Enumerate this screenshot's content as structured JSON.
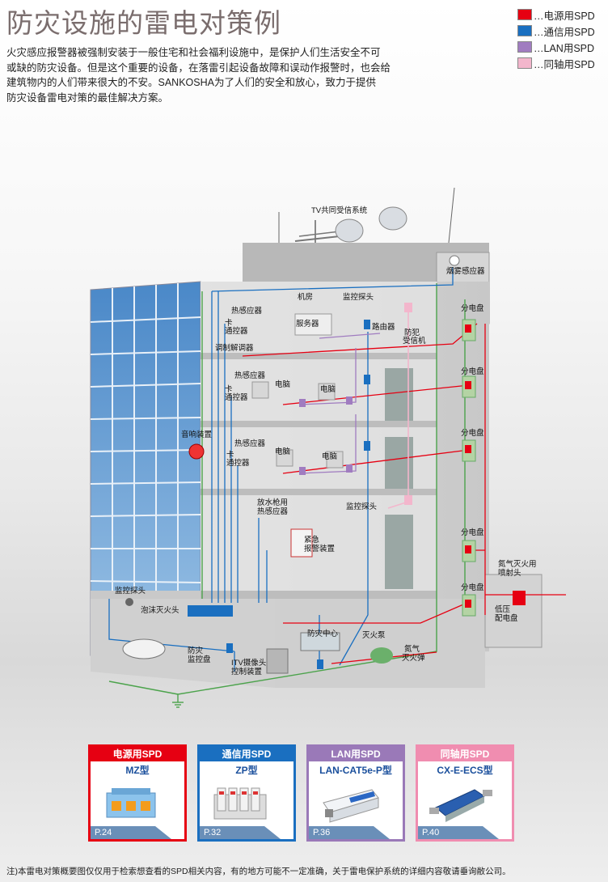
{
  "title": "防灾设施的雷电对策例",
  "intro_lines": [
    "火灾感应报警器被强制安装于一般住宅和社会福利设施中，是保护人们生活安全不可",
    "或缺的防灾设备。但是这个重要的设备，在落雷引起设备故障和误动作报警时，也会给",
    "建筑物内的人们带来很大的不安。SANKOSHA为了人们的安全和放心，致力于提供",
    "防灾设备雷电对策的最佳解决方案。"
  ],
  "legend": [
    {
      "label": "…电源用SPD",
      "color": "#e60012"
    },
    {
      "label": "…通信用SPD",
      "color": "#1a6fc0"
    },
    {
      "label": "…LAN用SPD",
      "color": "#a07cc0"
    },
    {
      "label": "…同轴用SPD",
      "color": "#f3b6cc"
    }
  ],
  "labels": {
    "tv": "TV共同受信系统",
    "smoke": "烟雾感应器",
    "room": "机房",
    "camera_top": "监控探头",
    "heat1": "热感应器",
    "card_reader1": "卡",
    "card_reader1b": "通控器",
    "server": "服务器",
    "router": "路由器",
    "crime1": "防犯",
    "crime2": "受信机",
    "modem": "调制解调器",
    "heat2": "热感应器",
    "card_reader2": "卡",
    "card_reader2b": "通控器",
    "pc1": "电脑",
    "pc2": "电脑",
    "sound": "音响装置",
    "heat3": "热感应器",
    "card_reader3": "卡",
    "card_reader3b": "通控器",
    "pc3": "电脑",
    "pc4": "电脑",
    "camera_mid": "监控探头",
    "hose1": "放水枪用",
    "hose2": "热感应器",
    "emerg1": "紧急",
    "emerg2": "报警装置",
    "camera_low": "监控探头",
    "foam": "泡沫灭火头",
    "disaster_center": "防灾中心",
    "fire_pump": "灭火泵",
    "monitor1": "防灾",
    "monitor2": "监控盘",
    "itv1": "ITV摄像头",
    "itv2": "控制装置",
    "n2_1": "氮气",
    "n2_2": "灭火弹",
    "n2_head1": "氮气灭火用",
    "n2_head2": "喷射头",
    "lv1": "低压",
    "lv2": "配电盘",
    "dist1": "分电盘",
    "dist2": "分电盘",
    "dist3": "分电盘",
    "dist4": "分电盘",
    "dist5": "分电盘"
  },
  "products": [
    {
      "header": "电源用SPD",
      "model": "MZ型",
      "page": "P.24",
      "color": "#e60012"
    },
    {
      "header": "通信用SPD",
      "model": "ZP型",
      "page": "P.32",
      "color": "#1a6fc0"
    },
    {
      "header": "LAN用SPD",
      "model": "LAN-CAT5e-P型",
      "page": "P.36",
      "color": "#9a79b8"
    },
    {
      "header": "同轴用SPD",
      "model": "CX-E-ECS型",
      "page": "P.40",
      "color": "#f08db0"
    }
  ],
  "note": "注)本雷电对策概要图仅仅用于检索想查看的SPD相关内容，有的地方可能不一定准确，关于雷电保护系统的详细内容敬请垂询敝公司。"
}
